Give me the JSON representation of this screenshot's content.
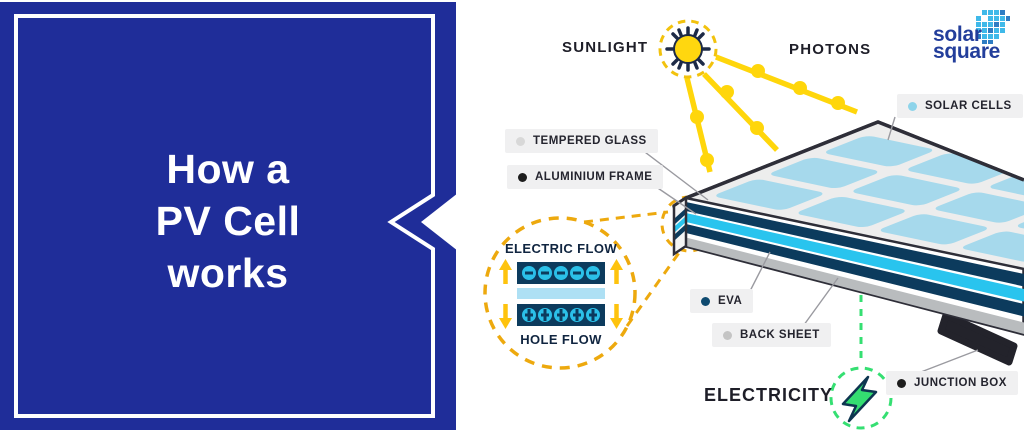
{
  "left_panel": {
    "title_lines": [
      "How a",
      "PV Cell",
      "works"
    ],
    "bg_color": "#1F2D99",
    "border_color": "#FFFFFF"
  },
  "diagram": {
    "sunlight_label": "SUNLIGHT",
    "photons_label": "PHOTONS",
    "electricity_label": "ELECTRICITY",
    "inset": {
      "electric_flow_label": "ELECTRIC FLOW",
      "hole_flow_label": "HOLE FLOW"
    },
    "labels": {
      "solar_cells": "SOLAR CELLS",
      "tempered_glass": "TEMPERED GLASS",
      "aluminium_frame": "ALUMINIUM FRAME",
      "eva": "EVA",
      "back_sheet": "BACK SHEET",
      "junction_box": "JUNCTION BOX"
    },
    "logo": {
      "line1": "solar",
      "line2": "square"
    },
    "icons": {
      "sun": "sun-icon",
      "photon_dots": "photon-dot-icon",
      "lightning": "lightning-bolt-icon",
      "logo_mark": "solar-square-pixel-globe-icon"
    },
    "colors": {
      "brand_blue": "#1F2D99",
      "navy_layer": "#0C3B5D",
      "cyan_layer": "#29C4EE",
      "cell_blue": "#A6D9EC",
      "pale_blue_layer": "#AEE0F4",
      "ray_yellow": "#FFD60B",
      "dashed_amber": "#EDA90E",
      "electric_green": "#35DF72",
      "chip_background": "#F0F0F1",
      "back_sheet_gray": "#B9BCBE",
      "outline_dark": "#2E2E38",
      "logo_navy": "#233E9B"
    }
  }
}
